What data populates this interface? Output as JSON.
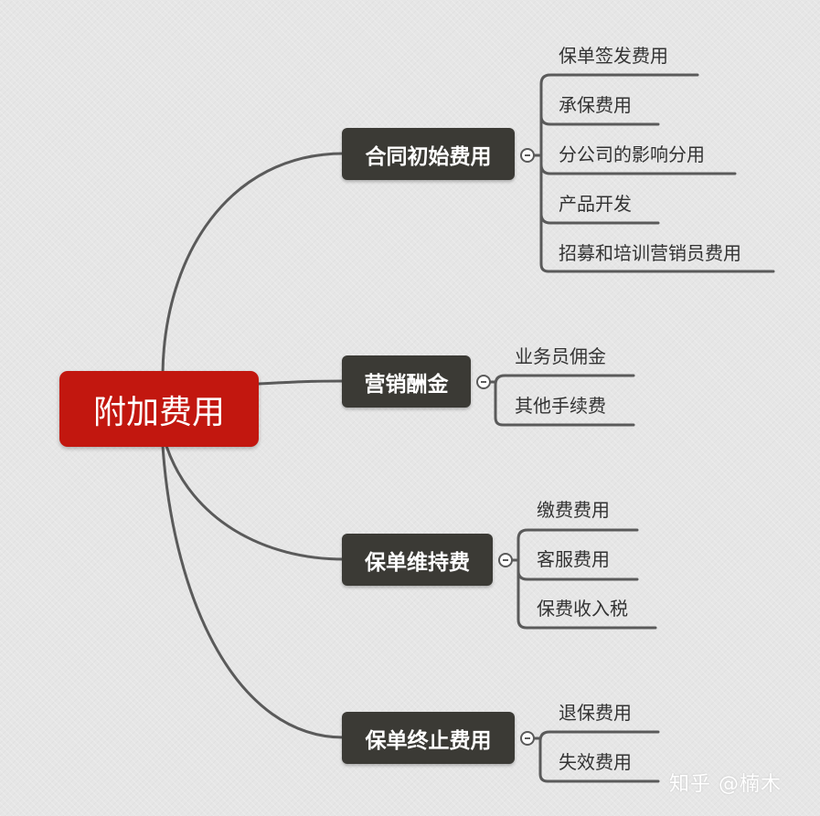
{
  "root": {
    "label": "附加费用"
  },
  "branches": [
    {
      "label": "合同初始费用",
      "children": [
        "保单签发费用",
        "承保费用",
        "分公司的影响分用",
        "产品开发",
        "招募和培训营销员费用"
      ]
    },
    {
      "label": "营销酬金",
      "children": [
        "业务员佣金",
        "其他手续费"
      ]
    },
    {
      "label": "保单维持费",
      "children": [
        "缴费费用",
        "客服费用",
        "保费收入税"
      ]
    },
    {
      "label": "保单终止费用",
      "children": [
        "退保费用",
        "失效费用"
      ]
    }
  ],
  "watermark": "知乎 @楠木",
  "colors": {
    "root": "#c2170f",
    "branch": "#3b3a35",
    "line": "#5a5a5a",
    "background": "#e6e6e6"
  }
}
